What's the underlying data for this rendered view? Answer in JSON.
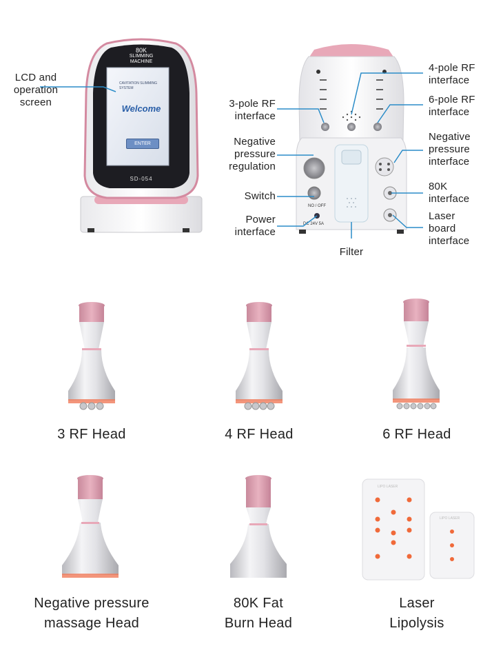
{
  "front_device": {
    "brand_line1": "80K",
    "brand_line2": "SLIMMING",
    "brand_line3": "MACHINE",
    "screen_small": "CAVITATION SLIMMING",
    "screen_small2": "SYSTEM",
    "screen_welcome": "Welcome",
    "screen_button": "ENTER",
    "model": "SD-054",
    "label_lcd": [
      "LCD and",
      "operation",
      "screen"
    ]
  },
  "back_device": {
    "switch_text": "NO / OFF",
    "power_text": "DC 24V 5A",
    "labels": {
      "rf3": [
        "3-pole RF",
        "interface"
      ],
      "neg_reg": [
        "Negative",
        "pressure",
        "regulation"
      ],
      "switch": "Switch",
      "power": [
        "Power",
        "interface"
      ],
      "filter": "Filter",
      "rf4": [
        "4-pole RF",
        "interface"
      ],
      "rf6": [
        "6-pole RF",
        "interface"
      ],
      "neg_int": [
        "Negative",
        "pressure",
        "interface"
      ],
      "k80": [
        "80K",
        "interface"
      ],
      "laser": [
        "Laser",
        "board",
        "interface"
      ]
    }
  },
  "heads": [
    {
      "caption": [
        "3 RF Head"
      ]
    },
    {
      "caption": [
        "4 RF Head"
      ]
    },
    {
      "caption": [
        "6 RF Head"
      ]
    },
    {
      "caption": [
        "Negative pressure",
        "massage Head"
      ]
    },
    {
      "caption": [
        "80K Fat",
        "Burn Head"
      ]
    },
    {
      "caption": [
        "Laser",
        "Lipolysis"
      ]
    }
  ],
  "laser_pad_label": "LIPO LASER",
  "colors": {
    "pink": "#e8a8b8",
    "pink_dark": "#d98aa0",
    "silver": "#d8d8da",
    "leader": "#2a8cc8",
    "laser_dot": "#f06a3a",
    "screen_blue": "#2a5fa8"
  }
}
